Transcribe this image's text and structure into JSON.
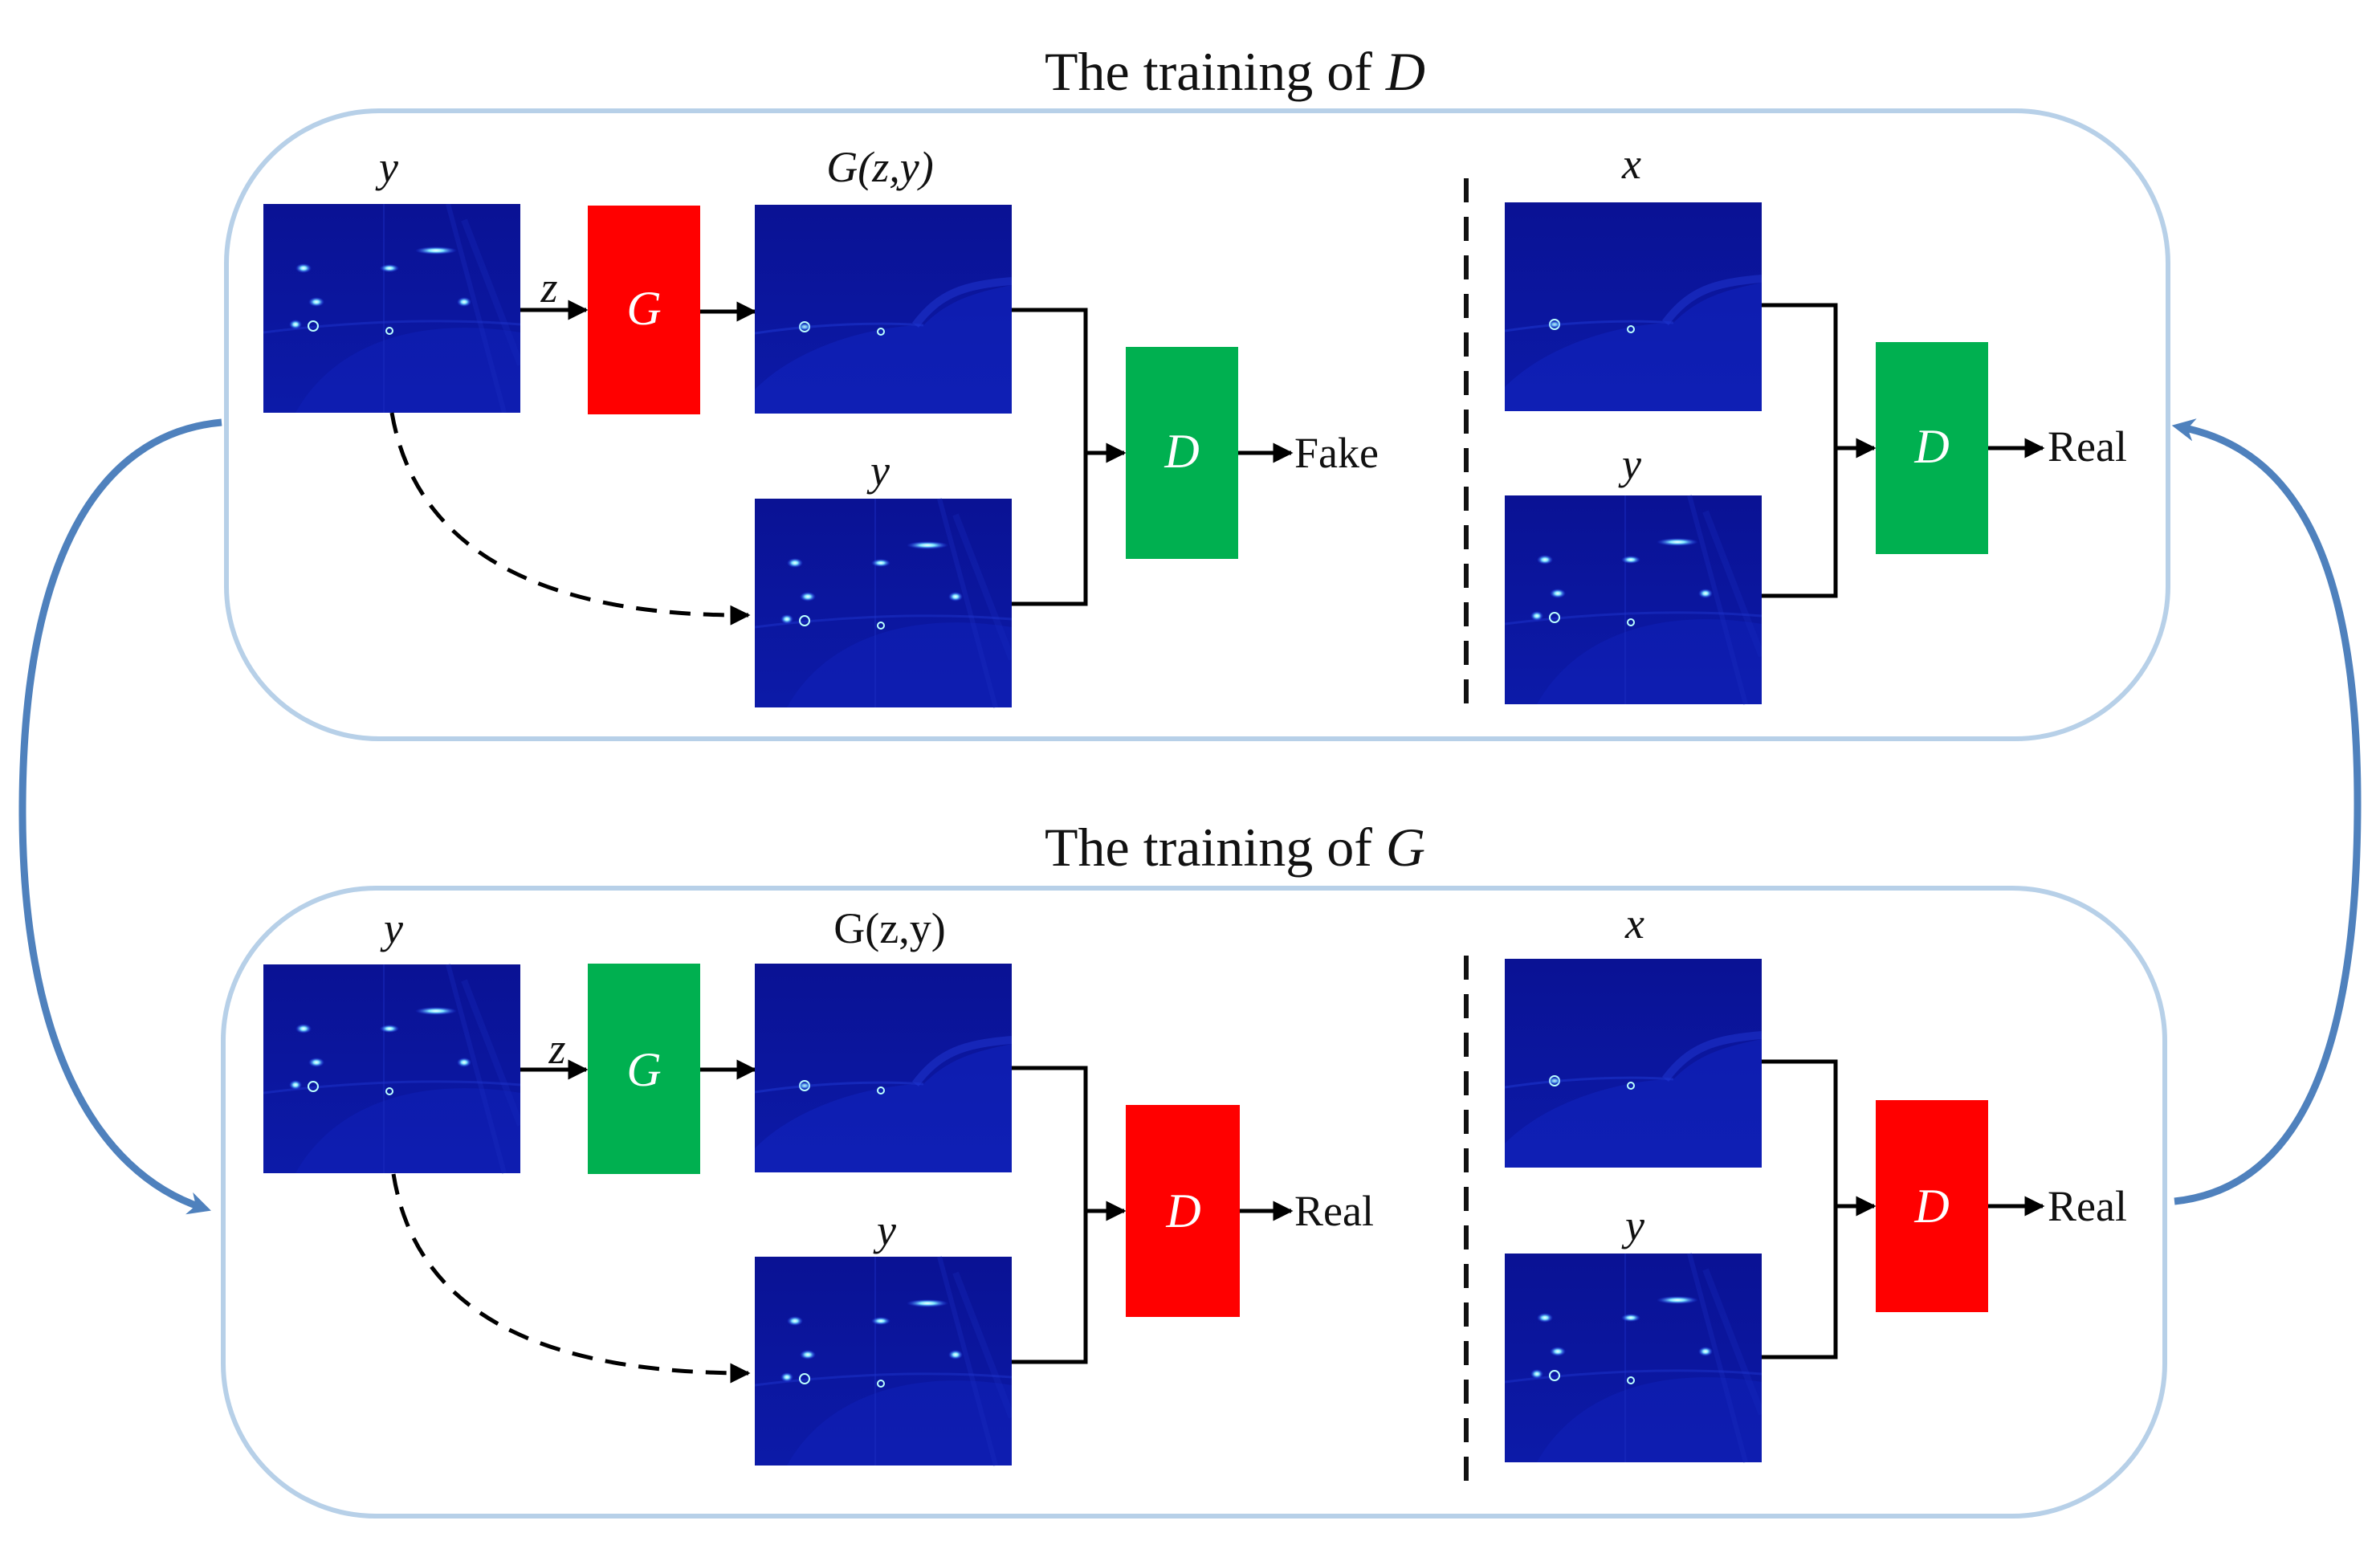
{
  "colors": {
    "generator_active": "#ff0000",
    "discriminator_active": "#00b050",
    "frozen_red": "#ff0000",
    "frozen_green": "#00b050",
    "panel_border": "#b7d0e8",
    "cycle_arrow": "#4f81bd",
    "heatmap_background": "#0b139e"
  },
  "top": {
    "title_prefix": "The training of ",
    "title_var": "D",
    "gen_input_label": "y",
    "noise_label": "z",
    "generator_label": "G",
    "gen_output_label": "G(z,y)",
    "cond_label": "y",
    "disc_label": "D",
    "fake_output": "Fake",
    "real_label": "x",
    "real_cond_label": "y",
    "disc2_label": "D",
    "real_output": "Real"
  },
  "bottom": {
    "title_prefix": "The training of ",
    "title_var": "G",
    "gen_input_label": "y",
    "noise_label": "z",
    "generator_label": "G",
    "gen_output_label": "G(z,y)",
    "cond_label": "y",
    "disc_label": "D",
    "fake_output": "Real",
    "real_label": "x",
    "real_cond_label": "y",
    "disc2_label": "D",
    "real_output": "Real"
  },
  "icons": {
    "heatmap_y": "measurement-heatmap-icon",
    "heatmap_gen": "generated-heatmap-icon",
    "heatmap_x": "ground-truth-heatmap-icon",
    "cycle_left": "curved-arrow-icon",
    "cycle_right": "curved-arrow-icon"
  }
}
